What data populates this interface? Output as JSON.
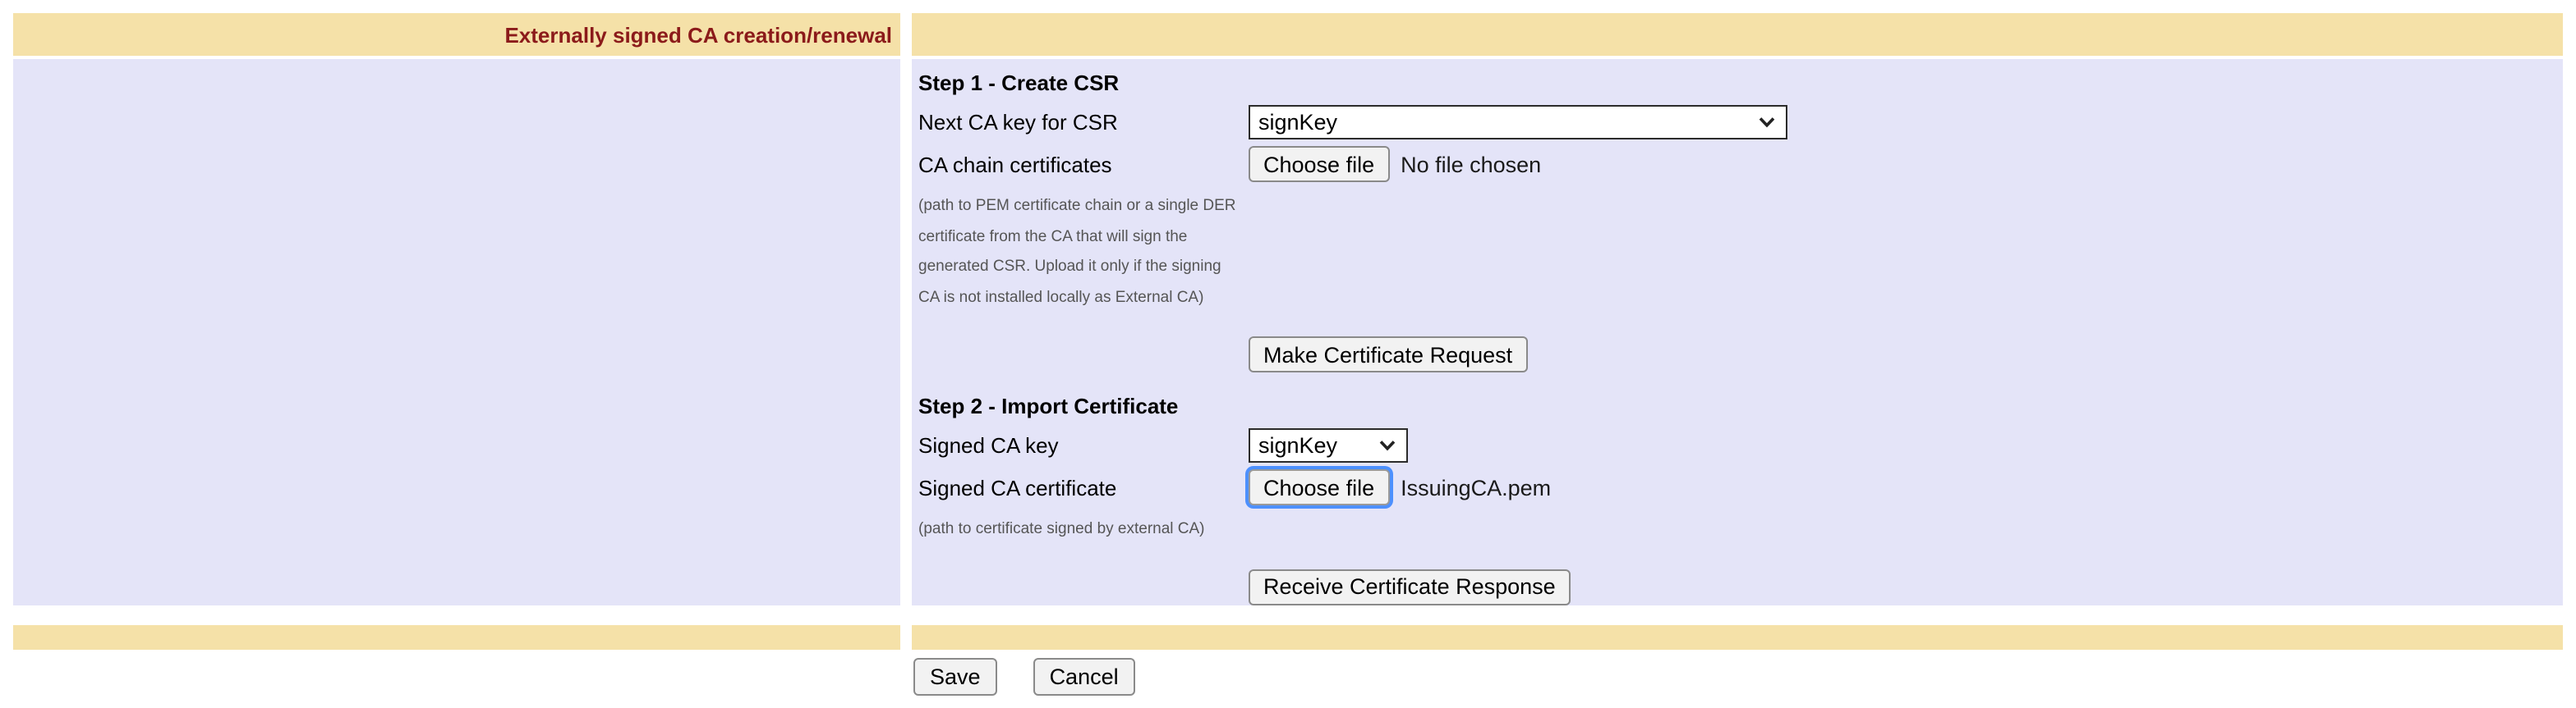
{
  "page": {
    "title": "Externally signed CA creation/renewal"
  },
  "step1": {
    "heading": "Step 1 - Create CSR",
    "next_ca_key": {
      "label": "Next CA key for CSR",
      "value": "signKey"
    },
    "ca_chain": {
      "label": "CA chain certificates",
      "choose_file_label": "Choose file",
      "file_status": "No file chosen",
      "note_lines": [
        "(path to PEM certificate chain or a single DER",
        "certificate from the CA that will sign the",
        "generated CSR. Upload it only if the signing",
        "CA is not installed locally as External CA)"
      ]
    },
    "make_request_button": "Make Certificate Request"
  },
  "step2": {
    "heading": "Step 2 - Import Certificate",
    "signed_key": {
      "label": "Signed CA key",
      "value": "signKey"
    },
    "signed_cert": {
      "label": "Signed CA certificate",
      "choose_file_label": "Choose file",
      "file_name": "IssuingCA.pem",
      "note": "(path to certificate signed by external CA)"
    },
    "receive_response_button": "Receive Certificate Response"
  },
  "footer": {
    "save_label": "Save",
    "cancel_label": "Cancel"
  },
  "colors": {
    "header_band": "#f5e1a8",
    "panel": "#e4e4f8",
    "title_text": "#8b1a1a",
    "focus_ring": "#4d90fe"
  }
}
